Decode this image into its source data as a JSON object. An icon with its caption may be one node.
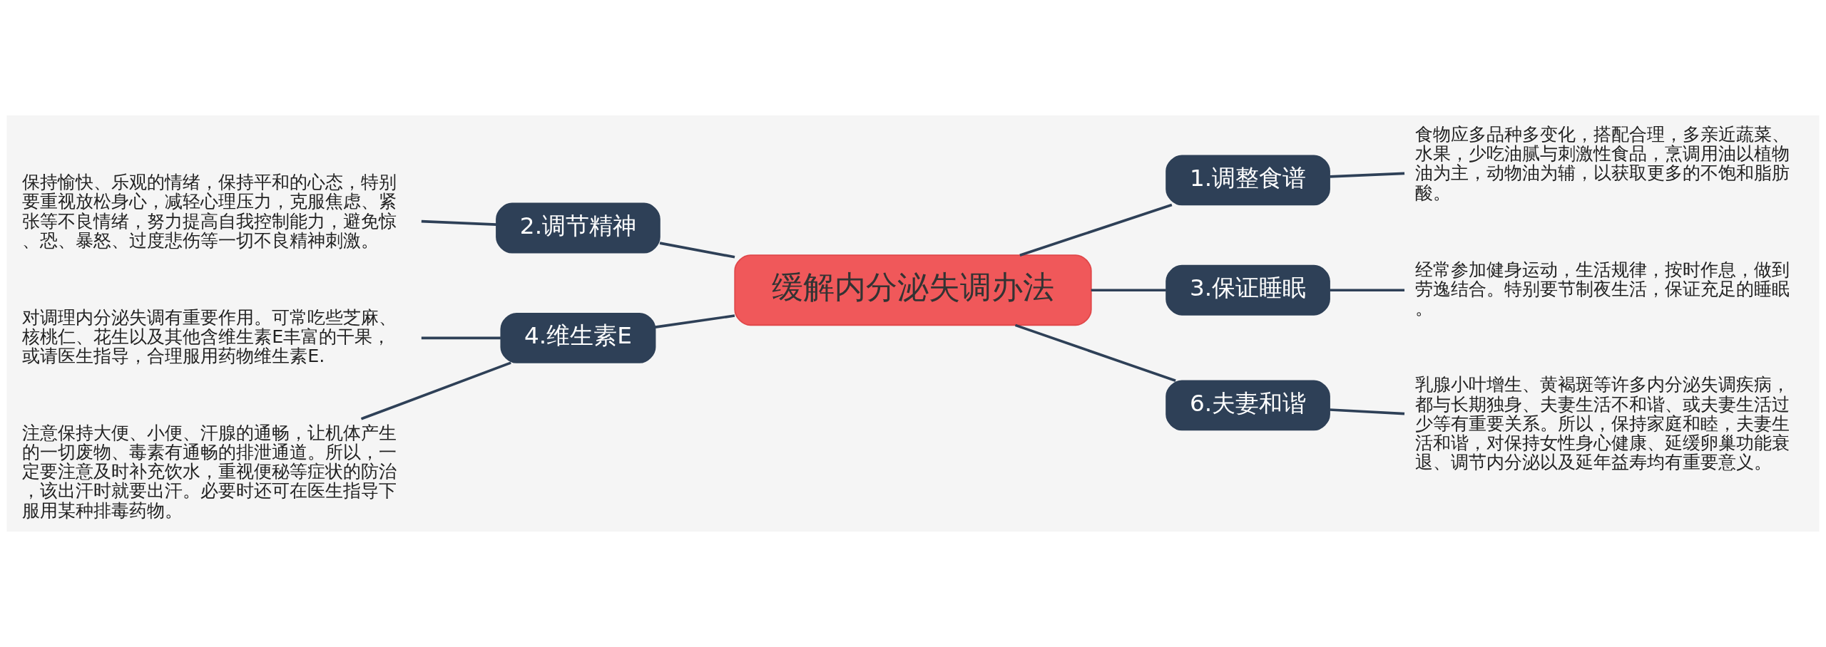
{
  "diagram": {
    "nodes": [
      {
        "text": [
          "缓解内分泌失调办法"
        ]
      },
      {
        "text": [
          "1.调整食谱"
        ]
      },
      {
        "text": [
          "食物应多品种多变化，搭配合理，多亲近蔬菜、水果，少吃油腻与刺激性食品，烹调用油以植物油为主，动物油为辅，以获取更多的不饱和脂肪酸。"
        ]
      },
      {
        "text": [
          "2.调节精神"
        ]
      },
      {
        "text": [
          "保持愉快、乐观的情绪，保持平和的心态，特别要重视放松身心，减轻心理压力，克服焦虑、紧张等不良情绪，努力提高自我控制能力，避免惊、恐、暴怒、过度悲伤等一切不良精神刺激。"
        ]
      },
      {
        "text": [
          "3.保证睡眠"
        ]
      },
      {
        "text": [
          "经常参加健身运动，生活规律，按时作息，做到劳逸结合。特别要节制夜生活，保证充足的睡眠。"
        ]
      },
      {
        "text": [
          "4.维生素E"
        ]
      },
      {
        "text": [
          "对调理内分泌失调有重要作用。可常吃些芝麻、核桃仁、花生以及其他含维生素E丰富的干果，或请医生指导，合理服用药物维生素E."
        ]
      },
      {
        "text": [
          "注意保持大便、小便、汗腺的通畅，让机体产生的一切废物、毒素有通畅的排泄通道。所以，一定要注意及时补充饮水，重视便秘等症状的防治，该出汗时就要出汗。必要时还可在医生指导下服用某种排毒药物。"
        ]
      },
      {
        "text": [
          "6.夫妻和谐"
        ]
      },
      {
        "text": [
          "乳腺小叶增生、黄褐斑等许多内分泌失调疾病，都与长期独身、夫妻生活不和谐、或夫妻生活过少等有重要关系。所以，保持家庭和睦，夫妻生活和谐，对保持女性身心健康、延缓卵巢功能衰退、调节内分泌以及延年益寿均有重要意义。"
        ]
      }
    ],
    "edges": [
      {
        "from": 0,
        "to": 1,
        "arrow": "none"
      },
      {
        "from": 1,
        "to": 2,
        "arrow": "none"
      },
      {
        "from": 0,
        "to": 3,
        "arrow": "none"
      },
      {
        "from": 3,
        "to": 4,
        "arrow": "none"
      },
      {
        "from": 0,
        "to": 5,
        "arrow": "none"
      },
      {
        "from": 5,
        "to": 6,
        "arrow": "none"
      },
      {
        "from": 0,
        "to": 7,
        "arrow": "none"
      },
      {
        "from": 7,
        "to": 8,
        "arrow": "none"
      },
      {
        "from": 7,
        "to": 9,
        "arrow": "none"
      },
      {
        "from": 0,
        "to": 10,
        "arrow": "none"
      },
      {
        "from": 10,
        "to": 11,
        "arrow": "none"
      }
    ]
  }
}
